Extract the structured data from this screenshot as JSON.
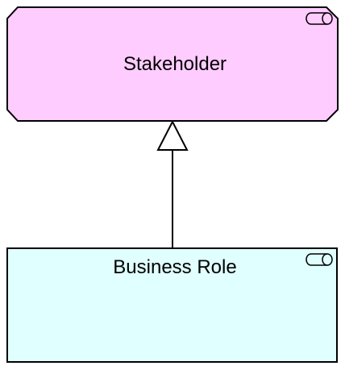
{
  "diagram": {
    "nodes": [
      {
        "id": "stakeholder",
        "label": "Stakeholder",
        "type": "motivation-element",
        "fill_color": "#FFCCFF",
        "icon": "role-icon"
      },
      {
        "id": "business-role",
        "label": "Business Role",
        "type": "business-role",
        "fill_color": "#E0FFFF",
        "icon": "role-icon"
      }
    ],
    "edges": [
      {
        "from": "business-role",
        "to": "stakeholder",
        "relationship": "specialization",
        "arrowhead": "hollow-triangle"
      }
    ],
    "colors": {
      "stroke": "#000000",
      "stakeholder_fill": "#FFCCFF",
      "business_role_fill": "#E0FFFF"
    }
  }
}
